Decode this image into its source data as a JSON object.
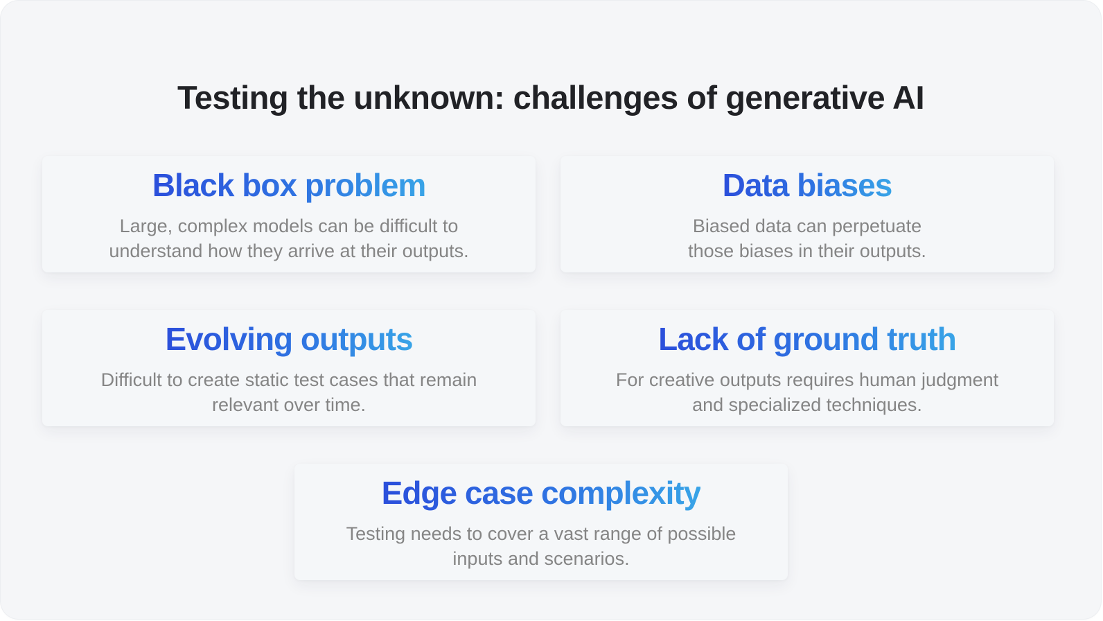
{
  "slide": {
    "title": "Testing the unknown: challenges of generative AI",
    "colors": {
      "background": "#f5f6f8",
      "card_background": "#f5f7f9",
      "title_text": "#212226",
      "heading_gradient_start": "#2b4fdb",
      "heading_gradient_end": "#38a4e7",
      "body_text": "#858585"
    },
    "cards": [
      {
        "heading": "Black box problem",
        "description_line1": "Large, complex models can be difficult to",
        "description_line2": "understand how they arrive at their outputs."
      },
      {
        "heading": "Data biases",
        "description_line1": "Biased data can perpetuate",
        "description_line2": "those biases in their outputs."
      },
      {
        "heading": "Evolving outputs",
        "description_line1": "Difficult to create static test cases that remain",
        "description_line2": "relevant over time."
      },
      {
        "heading": "Lack of ground truth",
        "description_line1": "For creative outputs requires human judgment",
        "description_line2": "and specialized techniques."
      },
      {
        "heading": "Edge case complexity",
        "description_line1": "Testing needs to cover a vast range of possible",
        "description_line2": "inputs and scenarios."
      }
    ]
  }
}
